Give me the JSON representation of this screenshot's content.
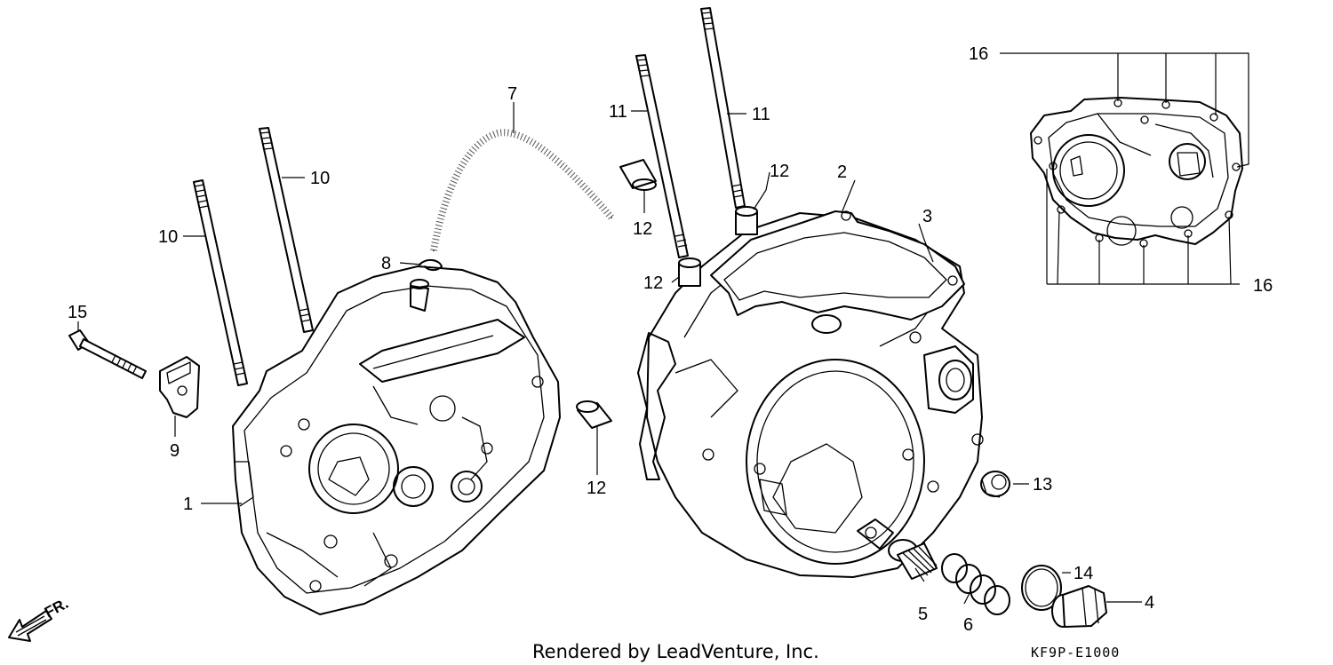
{
  "callouts": {
    "c1": "1",
    "c2": "2",
    "c3": "3",
    "c4": "4",
    "c5": "5",
    "c6": "6",
    "c7": "7",
    "c8": "8",
    "c9": "9",
    "c10a": "10",
    "c10b": "10",
    "c11a": "11",
    "c11b": "11",
    "c12a": "12",
    "c12b": "12",
    "c12c": "12",
    "c12d": "12",
    "c13": "13",
    "c14": "14",
    "c15": "15",
    "c16a": "16",
    "c16b": "16"
  },
  "footer": {
    "credit": "Rendered by LeadVenture, Inc.",
    "diagram_code": "KF9P-E1000"
  },
  "direction_marker": {
    "label": "FR.",
    "icon": "front-arrow-icon"
  }
}
